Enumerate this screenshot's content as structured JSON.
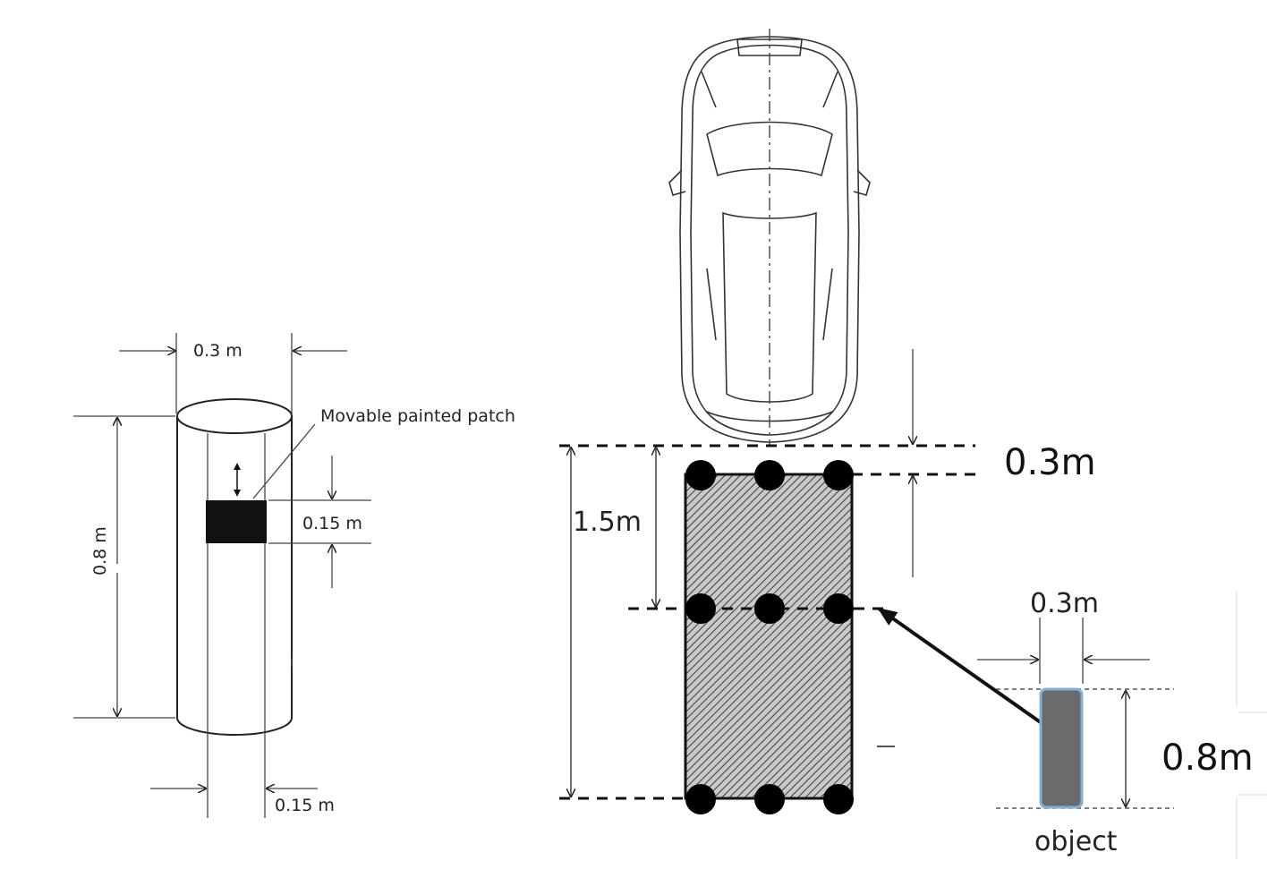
{
  "cylinder": {
    "width_label": "0.3 m",
    "height_label": "0.8 m",
    "patch_label": "Movable painted patch",
    "patch_height_label": "0.15 m",
    "base_width_label": "0.15 m"
  },
  "layout": {
    "top_gap_label": "0.3m",
    "depth_label": "1.5m",
    "object_width_label": "0.3m",
    "object_height_label": "0.8m",
    "object_label": "object"
  }
}
